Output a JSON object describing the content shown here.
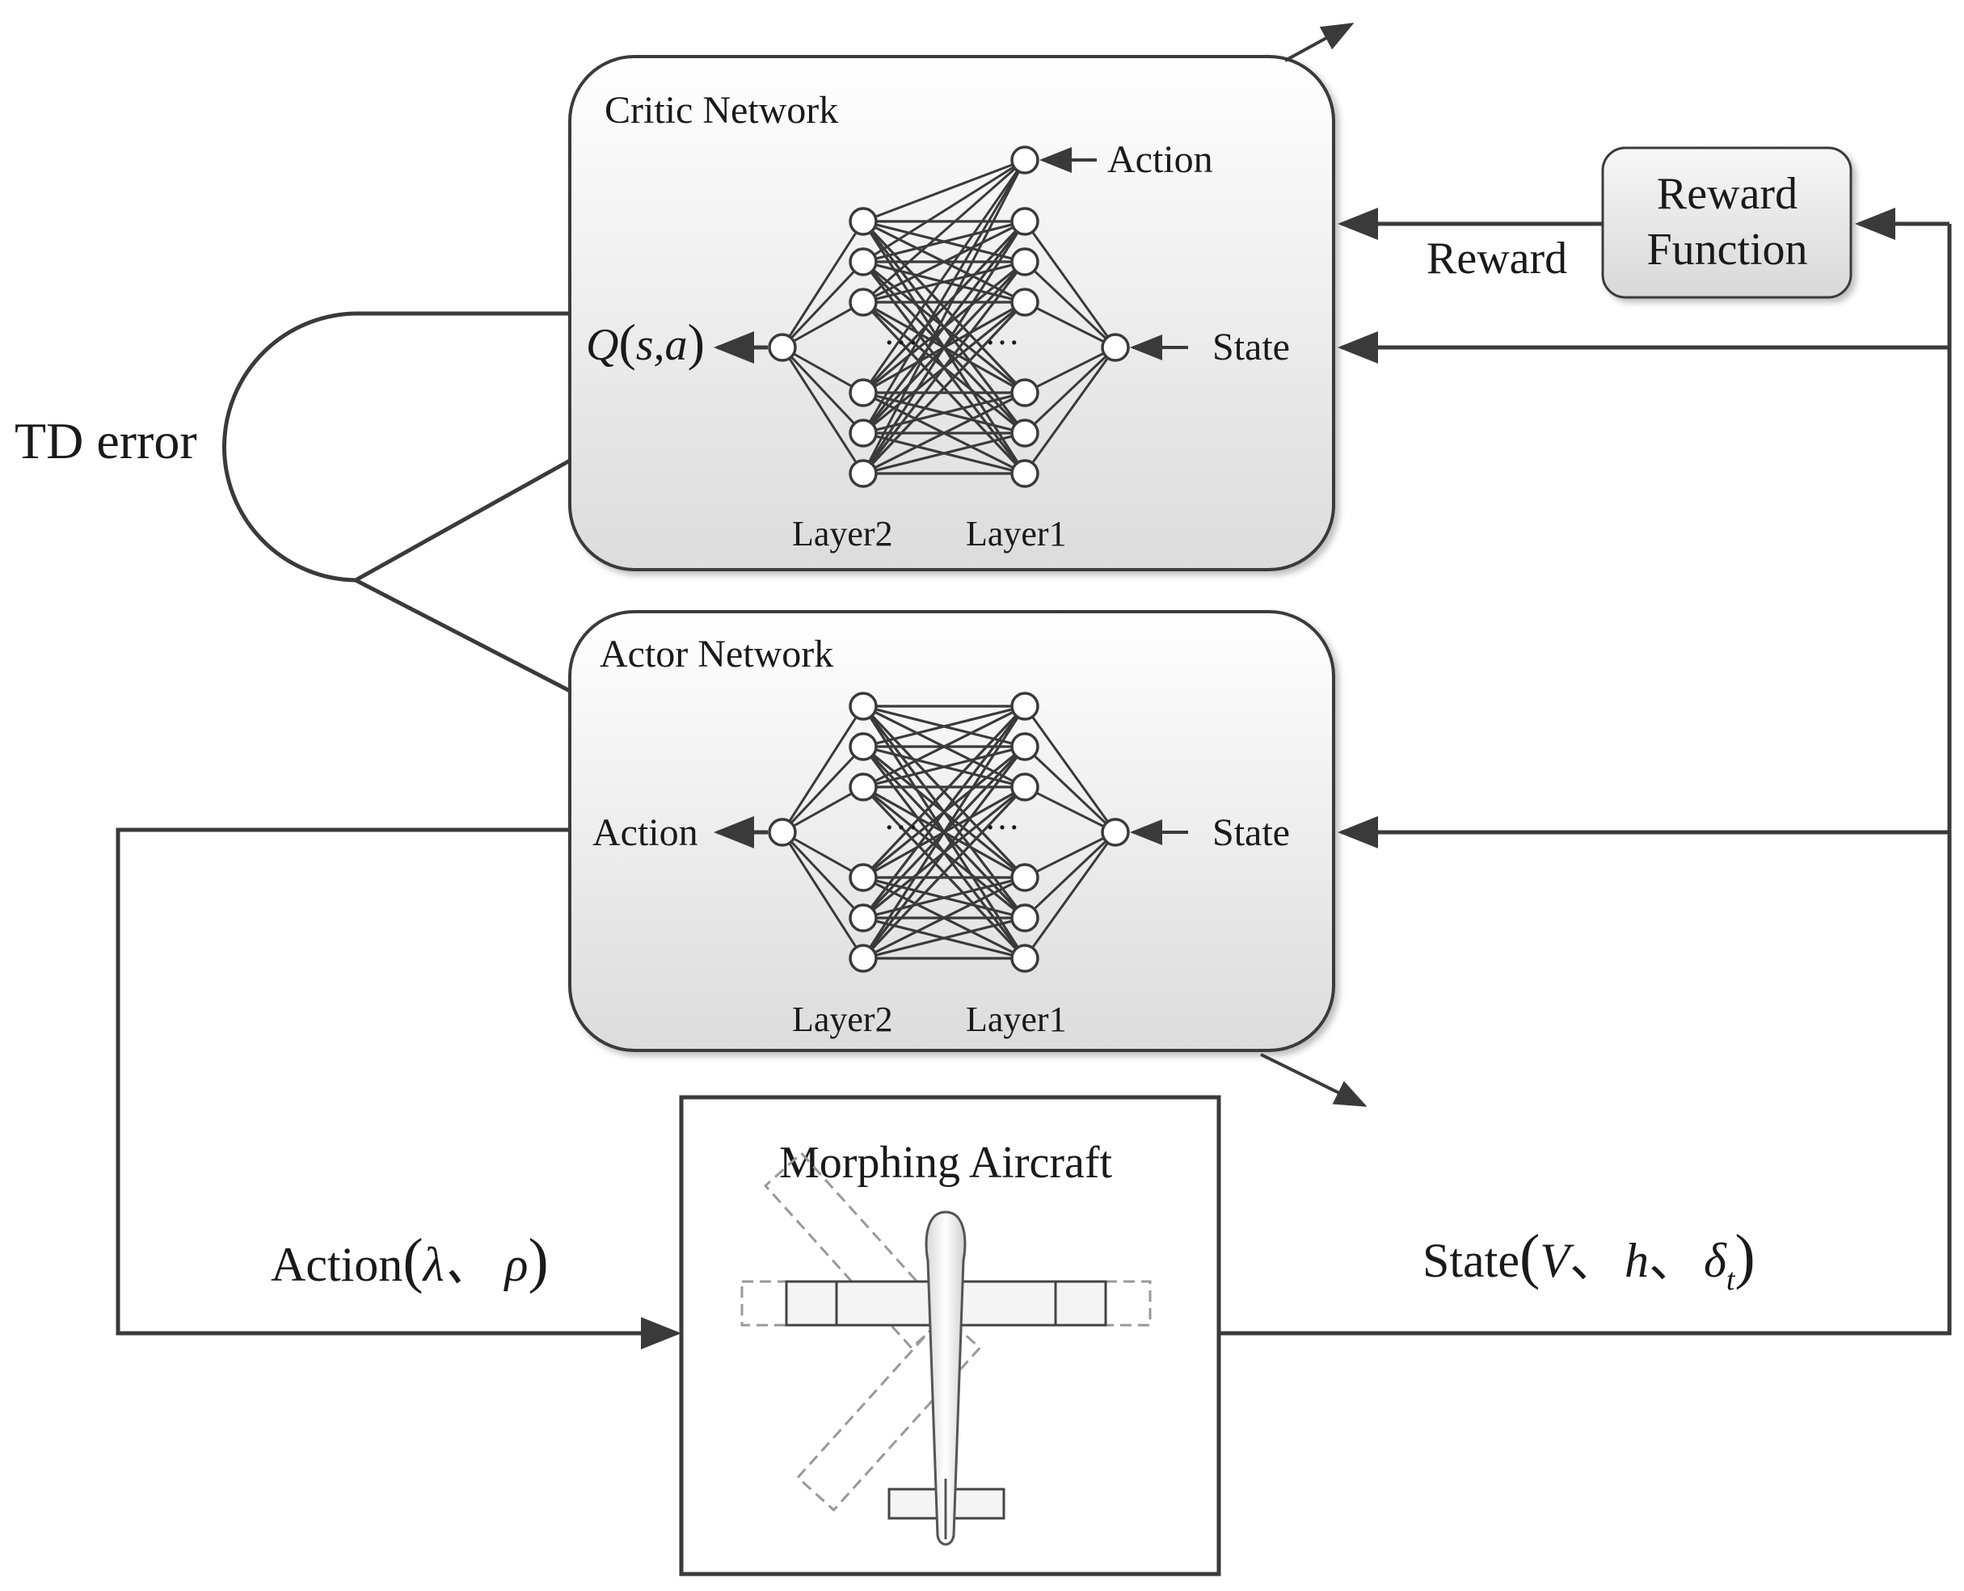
{
  "critic": {
    "title": "Critic Network",
    "q_output": "Q(s,a)",
    "q_letter": "Q",
    "q_args": "s,a",
    "action_input": "Action",
    "state_input": "State",
    "layer2": "Layer2",
    "layer1": "Layer1",
    "dots": "…"
  },
  "actor": {
    "title": "Actor Network",
    "action_output": "Action",
    "state_input": "State",
    "layer2": "Layer2",
    "layer1": "Layer1",
    "dots": "…"
  },
  "reward": {
    "box_line1": "Reward",
    "box_line2": "Function",
    "arrow_label": "Reward"
  },
  "td_error": "TD error",
  "aircraft": {
    "title": "Morphing Aircraft"
  },
  "action_signal": {
    "word": "Action",
    "vars": "λ、 ρ"
  },
  "state_signal": {
    "word": "State",
    "v": "V",
    "sep1": "、",
    "h": "h",
    "sep2": "、",
    "delta": "δ",
    "delta_sub": "t"
  },
  "colors": {
    "line": "#3a3a3a",
    "box_fill_top": "#ffffff",
    "box_fill_bottom": "#dedede",
    "dashed": "#999999"
  }
}
